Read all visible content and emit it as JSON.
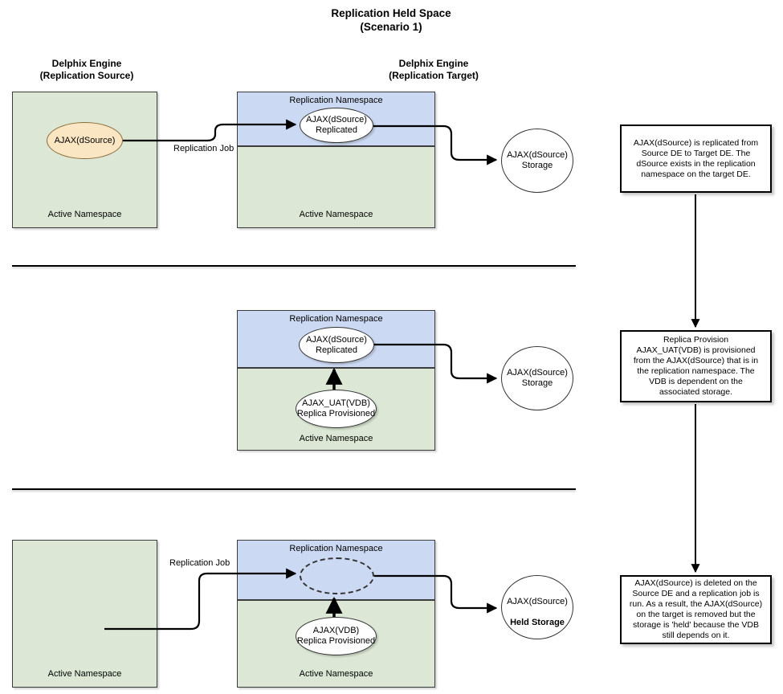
{
  "title": {
    "text": "Replication Held Space\n(Scenario 1)"
  },
  "columns": {
    "source_title": "Delphix Engine\n(Replication Source)",
    "target_title": "Delphix Engine\n(Replication Target)"
  },
  "labels": {
    "active_namespace": "Active Namespace",
    "replication_namespace": "Replication Namespace",
    "replication_job": "Replication Job"
  },
  "colors": {
    "active_namespace_fill": "#dce8d5",
    "replication_namespace_fill": "#ccd9f2",
    "dsource_fill": "#fbe6c4",
    "stroke": "#333333",
    "note_border": "#000000"
  },
  "rows": [
    {
      "id": "row-1",
      "source": {
        "has_box": true,
        "namespace_label": "Active Namespace",
        "node": "AJAX(dSource)"
      },
      "target": {
        "replication_namespace_label": "Replication Namespace",
        "active_namespace_label": "Active Namespace",
        "replicated_node": "AJAX(dSource)\nReplicated",
        "provisioned_node": null
      },
      "edge_label": "Replication Job",
      "storage": "AJAX(dSource)\nStorage",
      "storage_bold_line": null,
      "note": "AJAX(dSource) is replicated from Source DE to Target DE.  The dSource exists in the replication namespace on the target DE."
    },
    {
      "id": "row-2",
      "source": {
        "has_box": false,
        "namespace_label": null,
        "node": null
      },
      "target": {
        "replication_namespace_label": "Replication Namespace",
        "active_namespace_label": "Active Namespace",
        "replicated_node": "AJAX(dSource)\nReplicated",
        "provisioned_node": "AJAX_UAT(VDB)\nReplica Provisioned"
      },
      "edge_label": null,
      "storage": "AJAX(dSource)\nStorage",
      "storage_bold_line": null,
      "note": "Replica Provision\nAJAX_UAT(VDB) is provisioned from the AJAX(dSource) that is in the replication namespace.  The VDB is dependent on the associated storage."
    },
    {
      "id": "row-3",
      "source": {
        "has_box": true,
        "namespace_label": "Active Namespace",
        "node": null
      },
      "target": {
        "replication_namespace_label": "Replication Namespace",
        "active_namespace_label": "Active Namespace",
        "replicated_node": "",
        "provisioned_node": "AJAX(VDB)\nReplica Provisioned"
      },
      "edge_label": "Replication Job",
      "storage": "AJAX(dSource)",
      "storage_bold_line": "Held Storage",
      "note": "AJAX(dSource) is deleted on the Source DE and a replication job is run.  As a result, the AJAX(dSource) on the target is removed but the storage is 'held' because the VDB still depends on it."
    }
  ]
}
